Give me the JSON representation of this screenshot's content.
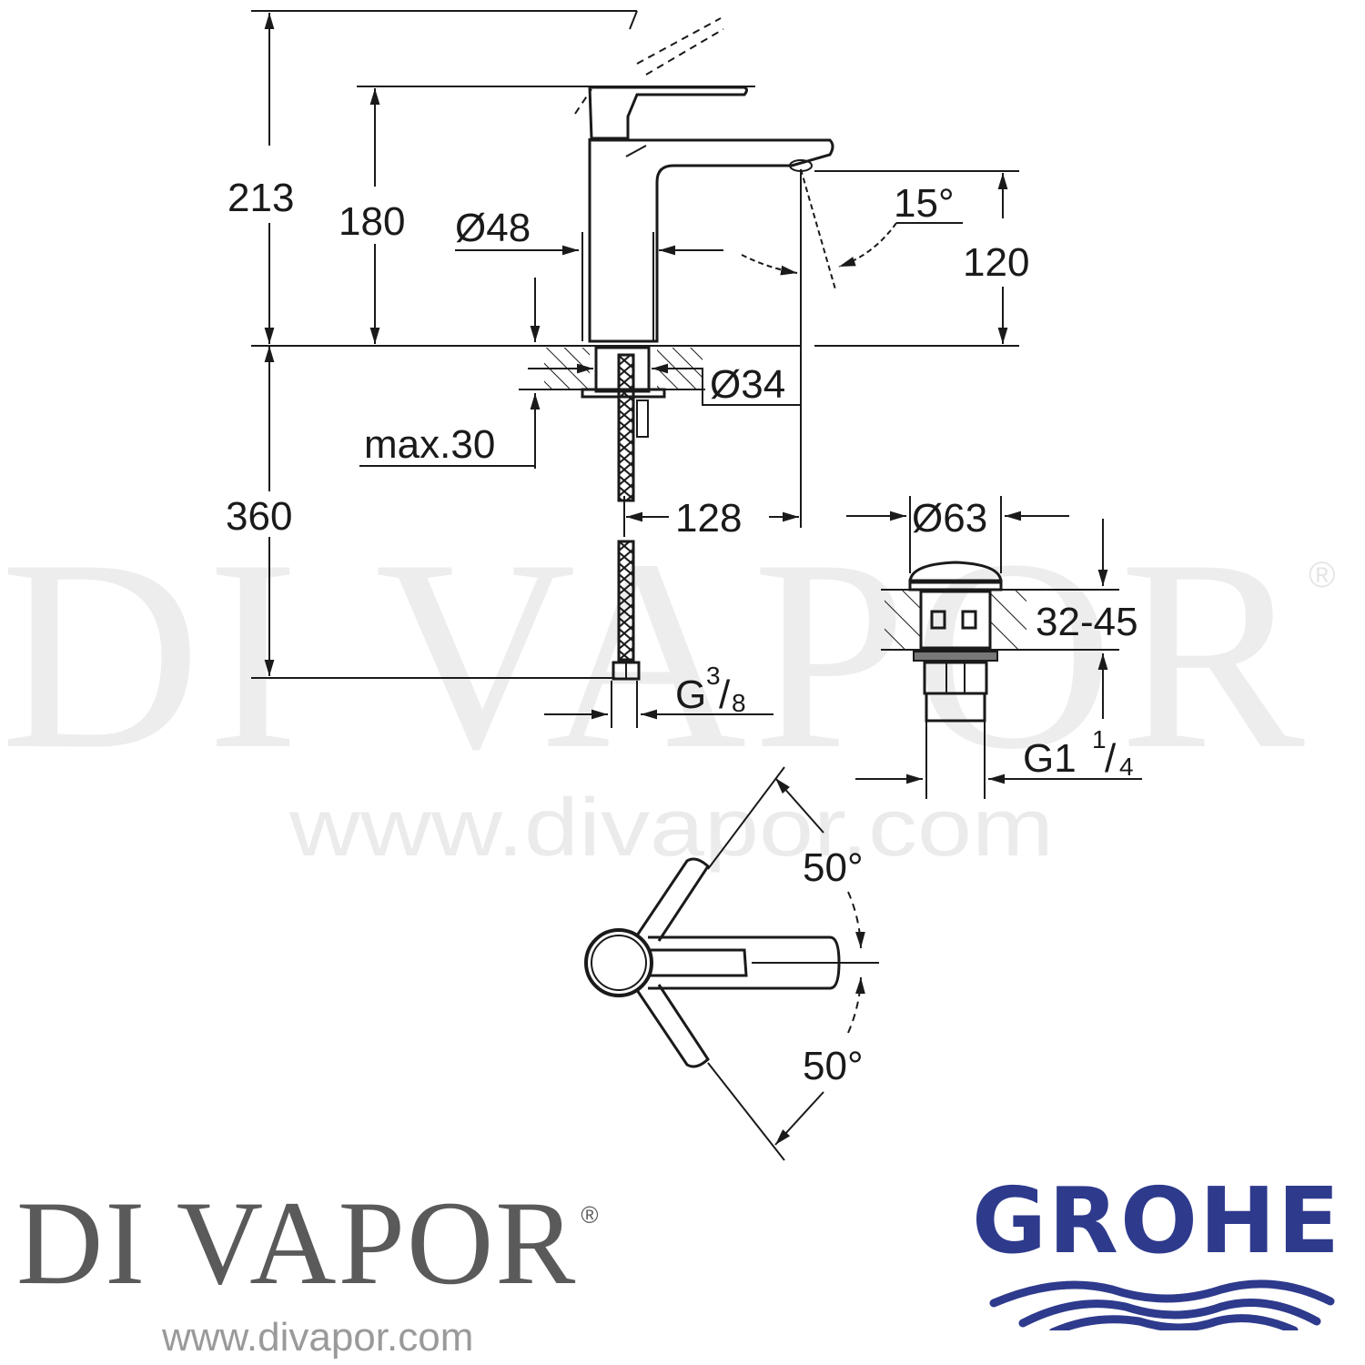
{
  "document": {
    "type": "technical-dimension-drawing",
    "subject": "single-lever basin mixer with pop-up waste",
    "units": "mm"
  },
  "dimensions": {
    "overall_height": "213",
    "spout_top_height": "180",
    "outlet_height": "120",
    "spout_angle": "15°",
    "body_diameter": "Ø48",
    "hole_diameter": "Ø34",
    "max_deck_thickness": "max.30",
    "flex_hose_length": "360",
    "spout_projection": "128",
    "hose_connection_prefix": "G",
    "hose_connection_num": "3",
    "hose_connection_den": "8",
    "waste_diameter": "Ø63",
    "waste_deck_range": "32-45",
    "waste_thread_prefix": "G1",
    "waste_thread_num": "1",
    "waste_thread_den": "4",
    "lever_rotation_left": "50°",
    "lever_rotation_right": "50°"
  },
  "watermark": {
    "brand": "DI VAPOR",
    "registered": "®",
    "url": "www.divapor.com"
  },
  "footer": {
    "left_logo": {
      "text": "DI VAPOR",
      "registered": "®",
      "url": "www.divapor.com",
      "color": "#5a5a5a",
      "url_color": "#9a9a9a"
    },
    "right_logo": {
      "text": "GROHE",
      "color": "#2e3a8c"
    }
  },
  "colors": {
    "line": "#1a1a1a",
    "background": "#ffffff"
  }
}
